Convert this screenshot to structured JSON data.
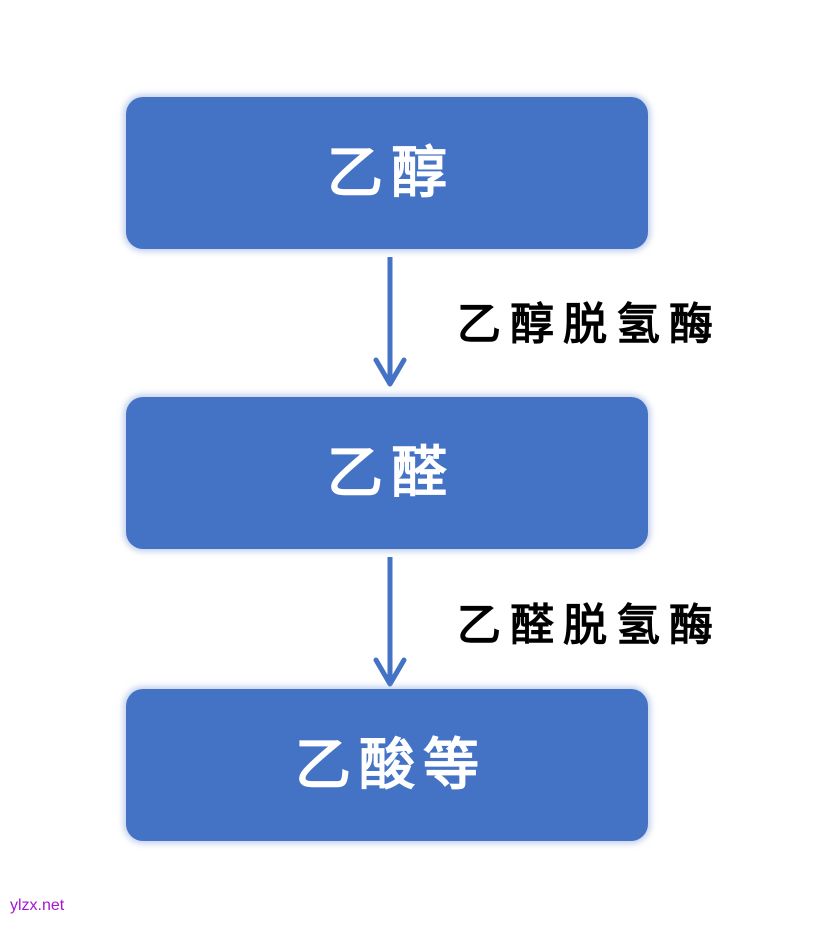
{
  "diagram": {
    "title_implicit": "",
    "nodes": [
      {
        "id": "ethanol",
        "label": "乙醇"
      },
      {
        "id": "acetaldehyde",
        "label": "乙醛"
      },
      {
        "id": "acetic-acid-etc",
        "label": "乙酸等"
      }
    ],
    "edges": [
      {
        "from": "ethanol",
        "to": "acetaldehyde",
        "label": "乙醇脱氢酶",
        "direction": "down"
      },
      {
        "from": "acetaldehyde",
        "to": "acetic-acid-etc",
        "label": "乙醛脱氢酶",
        "direction": "down"
      }
    ],
    "colors": {
      "node_fill": "#4472C4",
      "node_text": "#ffffff",
      "edge": "#4472C4",
      "edge_label": "#000000",
      "watermark": "#a516d2",
      "background": "#ffffff"
    }
  },
  "watermark": {
    "text": "ylzx.net"
  }
}
